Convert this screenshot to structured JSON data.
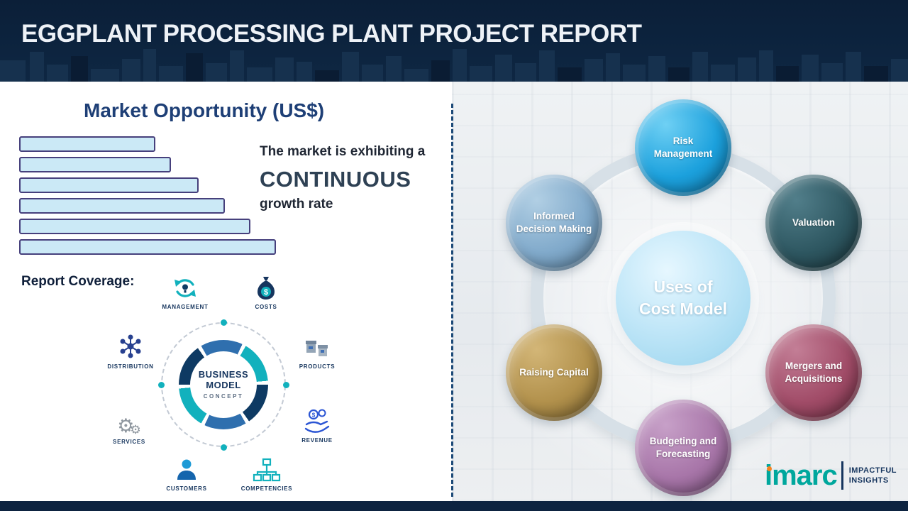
{
  "header": {
    "title": "EGGPLANT PROCESSING PLANT PROJECT REPORT"
  },
  "left": {
    "section_title": "Market Opportunity (US$)",
    "market_text": {
      "prefix": "The market is exhibiting a",
      "emphasis": "CONTINUOUS",
      "suffix": "growth rate"
    },
    "report_coverage_label": "Report Coverage:",
    "chart_data": {
      "type": "bar",
      "orientation": "horizontal",
      "title": "Market Opportunity (US$)",
      "description": "Six unlabeled horizontal bars increasing in length from top to bottom, indicating a continuous growth rate",
      "values": [
        53,
        59,
        70,
        80,
        90,
        100
      ],
      "unit": "percent of longest bar (no axis values shown)",
      "bar_fill": "#cbe9f6",
      "bar_border": "#46407c"
    },
    "business_model": {
      "center_line1": "BUSINESS",
      "center_line2": "MODEL",
      "center_line3": "CONCEPT",
      "items": [
        {
          "label": "MANAGEMENT",
          "icon": "recycle-arrows-icon"
        },
        {
          "label": "COSTS",
          "icon": "money-bag-icon"
        },
        {
          "label": "DISTRIBUTION",
          "icon": "network-icon"
        },
        {
          "label": "PRODUCTS",
          "icon": "boxes-icon"
        },
        {
          "label": "SERVICES",
          "icon": "gears-icon"
        },
        {
          "label": "REVENUE",
          "icon": "hand-coins-icon"
        },
        {
          "label": "CUSTOMERS",
          "icon": "person-icon"
        },
        {
          "label": "COMPETENCIES",
          "icon": "org-chart-icon"
        }
      ]
    }
  },
  "right": {
    "center": {
      "line1": "Uses of",
      "line2": "Cost Model",
      "color": "#aadcf2"
    },
    "nodes": [
      {
        "id": "risk-management",
        "label": "Risk Management",
        "color": "#1ca1dd",
        "light": "#6fd0f4",
        "dark": "#0f7cb2"
      },
      {
        "id": "valuation",
        "label": "Valuation",
        "color": "#2e5761",
        "light": "#517e8a",
        "dark": "#1c3940"
      },
      {
        "id": "mergers-acquisitions",
        "label": "Mergers and Acquisitions",
        "color": "#a14c68",
        "light": "#c37e96",
        "dark": "#763147"
      },
      {
        "id": "budgeting-forecasting",
        "label": "Budgeting and Forecasting",
        "color": "#a876a9",
        "light": "#c7a0c8",
        "dark": "#7d527e"
      },
      {
        "id": "raising-capital",
        "label": "Raising Capital",
        "color": "#b2914c",
        "light": "#d3b677",
        "dark": "#846a31"
      },
      {
        "id": "informed-decision-making",
        "label": "Informed Decision Making",
        "color": "#81aacb",
        "light": "#b1cfe4",
        "dark": "#5d86a6"
      }
    ]
  },
  "footer": {
    "logo_text": "imarc",
    "tagline_line1": "IMPACTFUL",
    "tagline_line2": "INSIGHTS"
  }
}
